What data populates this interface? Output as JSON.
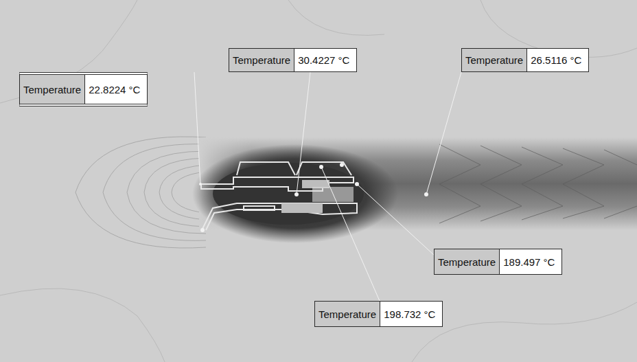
{
  "diagram": {
    "nodes": [
      {
        "text": [
          "Temperature",
          "30.4227 °C"
        ]
      },
      {
        "text": [
          "Temperature",
          "26.5116 °C"
        ]
      },
      {
        "text": [
          "Temperature",
          "22.8224 °C"
        ]
      },
      {
        "text": [
          "Temperature",
          "189.497 °C"
        ]
      },
      {
        "text": [
          "Temperature",
          "198.732 °C"
        ]
      }
    ]
  }
}
